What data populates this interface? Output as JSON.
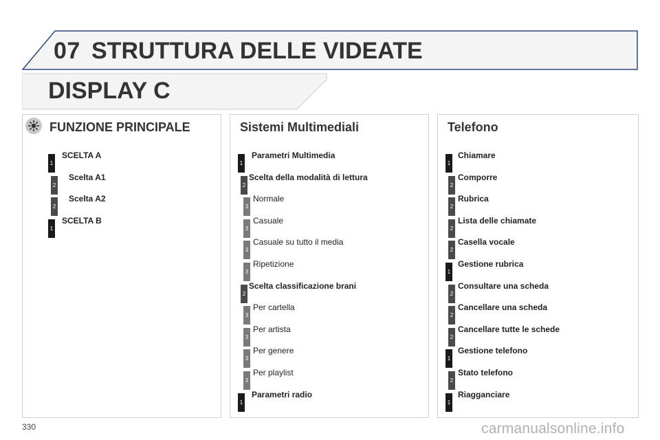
{
  "header": {
    "chapter_number": "07",
    "chapter_title": "STRUTTURA DELLE VIDEATE"
  },
  "display": {
    "title": "DISPLAY C"
  },
  "panels": {
    "main": {
      "title": "FUNZIONE PRINCIPALE",
      "icon": "gear-icon",
      "items": [
        {
          "level": "1",
          "label": "SCELTA A",
          "bold": true
        },
        {
          "level": "2",
          "label": "Scelta A1",
          "bold": true
        },
        {
          "level": "2",
          "label": "Scelta A2",
          "bold": true
        },
        {
          "level": "1",
          "label": "SCELTA B",
          "bold": true
        }
      ]
    },
    "multimedia": {
      "title": "Sistemi Multimediali",
      "items": [
        {
          "level": "1",
          "label": "Parametri Multimedia",
          "bold": true
        },
        {
          "level": "2",
          "label": "Scelta della modalità di lettura",
          "bold": true
        },
        {
          "level": "3",
          "label": "Normale",
          "bold": false
        },
        {
          "level": "3",
          "label": "Casuale",
          "bold": false
        },
        {
          "level": "3",
          "label": "Casuale su tutto il media",
          "bold": false
        },
        {
          "level": "3",
          "label": "Ripetizione",
          "bold": false
        },
        {
          "level": "2",
          "label": "Scelta classificazione brani",
          "bold": true
        },
        {
          "level": "3",
          "label": "Per cartella",
          "bold": false
        },
        {
          "level": "3",
          "label": "Per artista",
          "bold": false
        },
        {
          "level": "3",
          "label": "Per genere",
          "bold": false
        },
        {
          "level": "3",
          "label": "Per playlist",
          "bold": false
        },
        {
          "level": "1",
          "label": "Parametri radio",
          "bold": true
        }
      ]
    },
    "telefono": {
      "title": "Telefono",
      "items": [
        {
          "level": "1",
          "label": "Chiamare",
          "bold": true
        },
        {
          "level": "2",
          "label": "Comporre",
          "bold": true
        },
        {
          "level": "2",
          "label": "Rubrica",
          "bold": true
        },
        {
          "level": "2",
          "label": "Lista delle chiamate",
          "bold": true
        },
        {
          "level": "2",
          "label": "Casella vocale",
          "bold": true
        },
        {
          "level": "1",
          "label": "Gestione rubrica",
          "bold": true
        },
        {
          "level": "2",
          "label": "Consultare una scheda",
          "bold": true
        },
        {
          "level": "2",
          "label": "Cancellare una scheda",
          "bold": true
        },
        {
          "level": "2",
          "label": "Cancellare tutte le schede",
          "bold": true
        },
        {
          "level": "1",
          "label": "Gestione telefono",
          "bold": true
        },
        {
          "level": "2",
          "label": "Stato telefono",
          "bold": true
        },
        {
          "level": "1",
          "label": "Riagganciare",
          "bold": true
        }
      ]
    }
  },
  "footer": {
    "page_number": "330",
    "watermark": "carmanualsonline.info"
  },
  "colors": {
    "header_line": "#2a4a7a",
    "level1": "#1a1a1a",
    "level2": "#4a4a4a",
    "level3": "#7a7a7a"
  }
}
